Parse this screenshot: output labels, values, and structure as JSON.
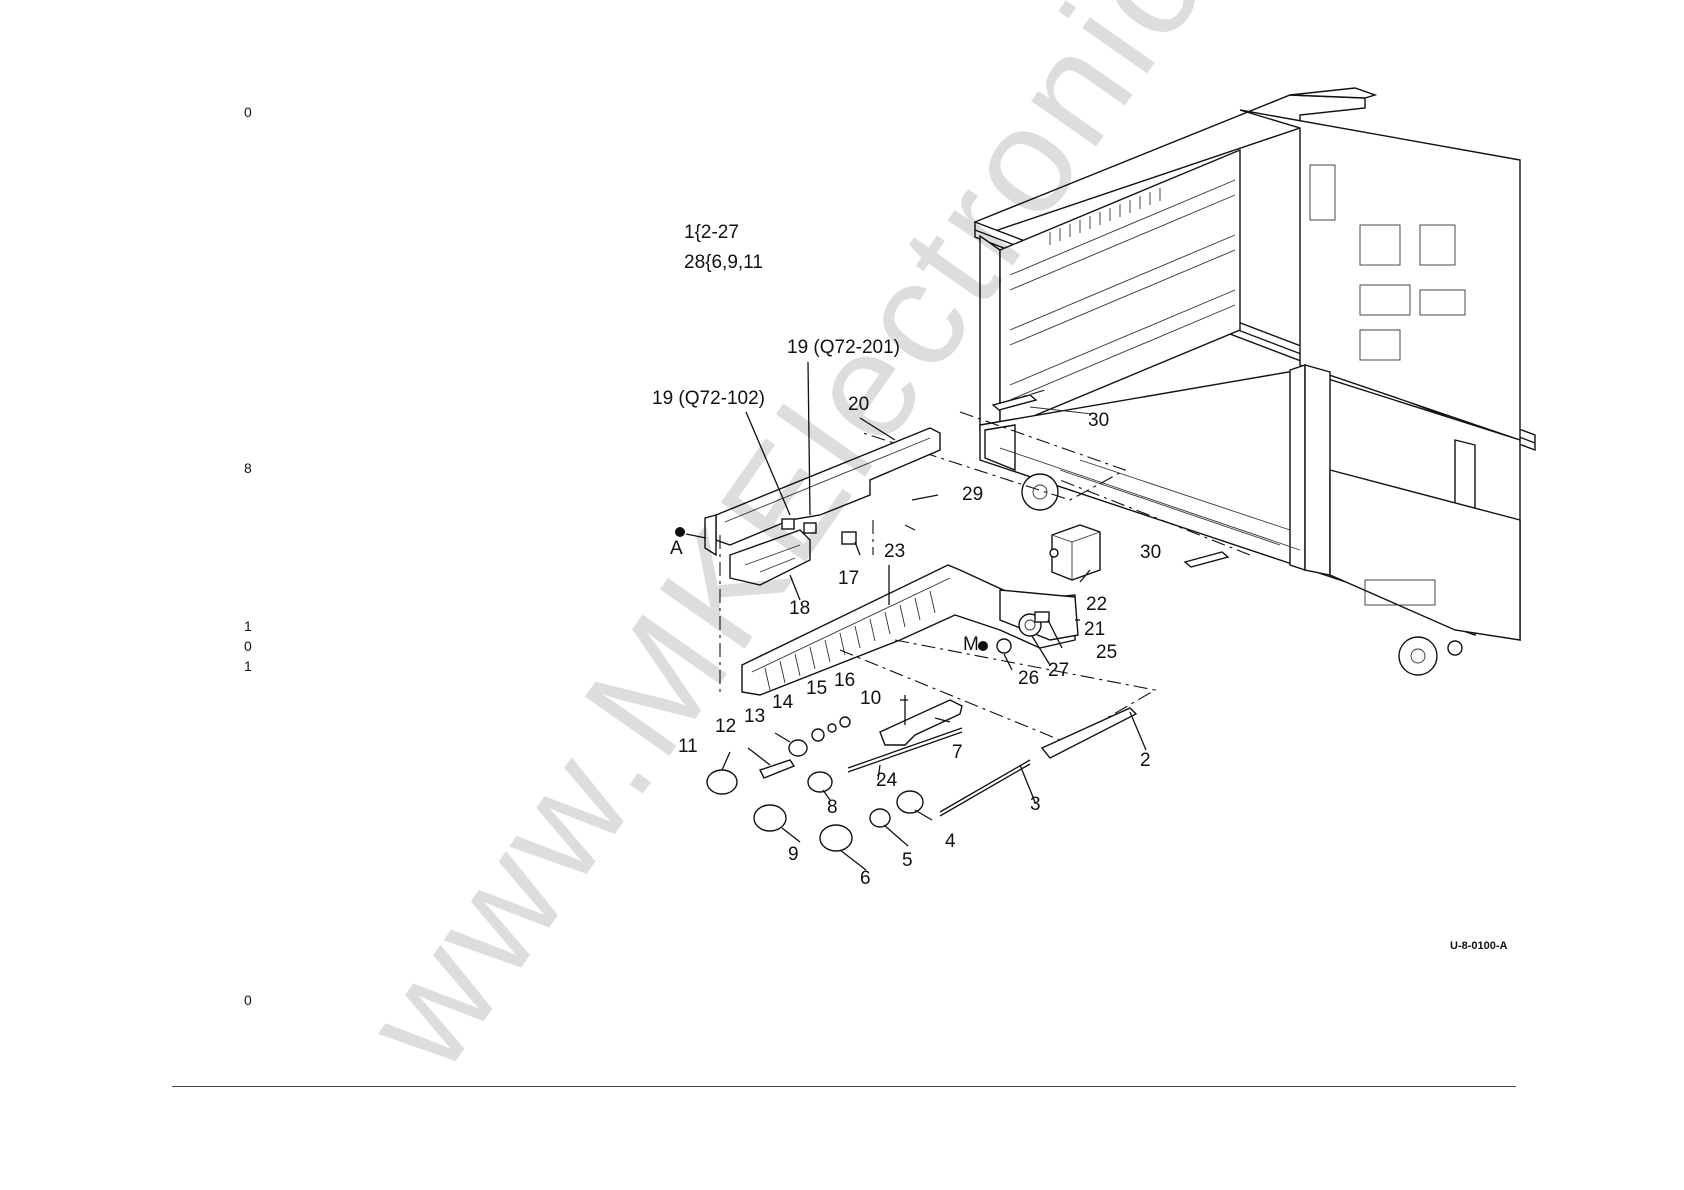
{
  "margin_marks": [
    "0",
    "8",
    "1",
    "0",
    "1",
    "0"
  ],
  "header": {
    "line1": "1{2-27",
    "line2": "28{6,9,11"
  },
  "callouts": {
    "c19b": "19 (Q72-201)",
    "c19a": "19 (Q72-102)",
    "c20": "20",
    "c30a": "30",
    "c29": "29",
    "cA": "A",
    "c17": "17",
    "c23": "23",
    "c22": "22",
    "c30b": "30",
    "c18": "18",
    "c21": "21",
    "cM": "M",
    "c25": "25",
    "c27": "27",
    "c26": "26",
    "c16": "16",
    "c15": "15",
    "c10": "10",
    "c14": "14",
    "c13": "13",
    "c12": "12",
    "c7": "7",
    "c2": "2",
    "c11": "11",
    "c24": "24",
    "c8": "8",
    "c3": "3",
    "c4": "4",
    "c9": "9",
    "c5": "5",
    "c6": "6"
  },
  "figure_id": "U-8-0100-A",
  "watermark": "www.MKElectronic.ru"
}
